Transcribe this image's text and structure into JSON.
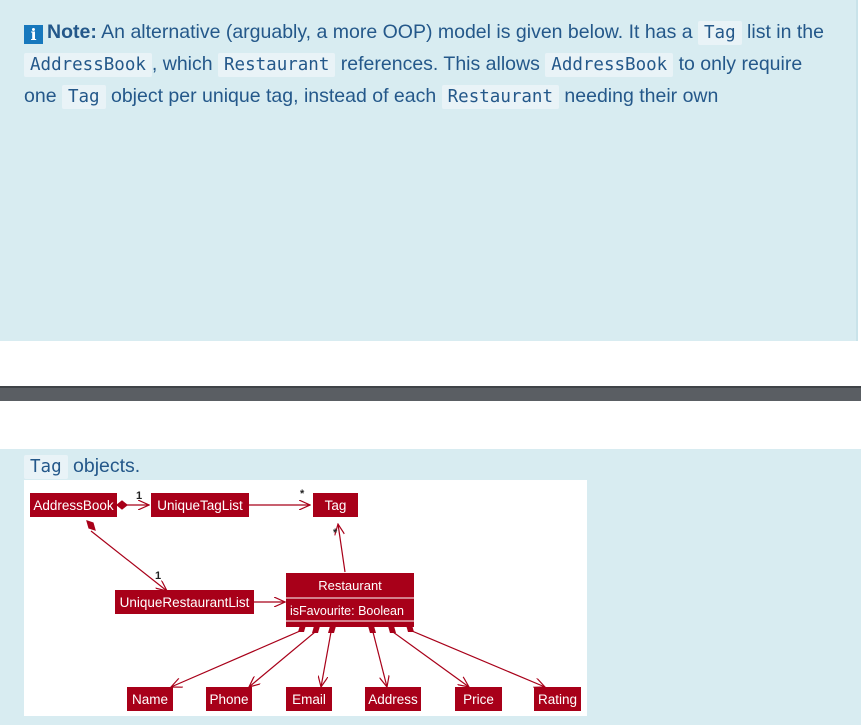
{
  "note": {
    "icon": "info-icon",
    "label": "Note:",
    "text1": " An alternative (arguably, a more OOP) model is given below. It has a ",
    "code1": "Tag",
    "text2": " list in the ",
    "code2": "AddressBook",
    "text3": ", which ",
    "code3": "Restaurant",
    "text4": " references. This allows ",
    "code4": "AddressBook",
    "text5": " to only require one ",
    "code5": "Tag",
    "text6": " object per unique tag, instead of each ",
    "code6": "Restaurant",
    "text7": " needing their own"
  },
  "continuation": {
    "code": "Tag",
    "text": " objects."
  },
  "diagram": {
    "classes": {
      "address_book": "AddressBook",
      "unique_tag_list": "UniqueTagList",
      "tag": "Tag",
      "unique_restaurant_list": "UniqueRestaurantList",
      "restaurant": "Restaurant",
      "restaurant_attr": "isFavourite: Boolean",
      "name": "Name",
      "phone": "Phone",
      "email": "Email",
      "address": "Address",
      "price": "Price",
      "rating": "Rating"
    },
    "multiplicities": {
      "ab_utl": "1",
      "utl_tag": "*",
      "rest_tag": "*",
      "ab_url": "1"
    },
    "colors": {
      "box": "#a80019",
      "line": "#a80019",
      "text": "#ffffff"
    }
  }
}
